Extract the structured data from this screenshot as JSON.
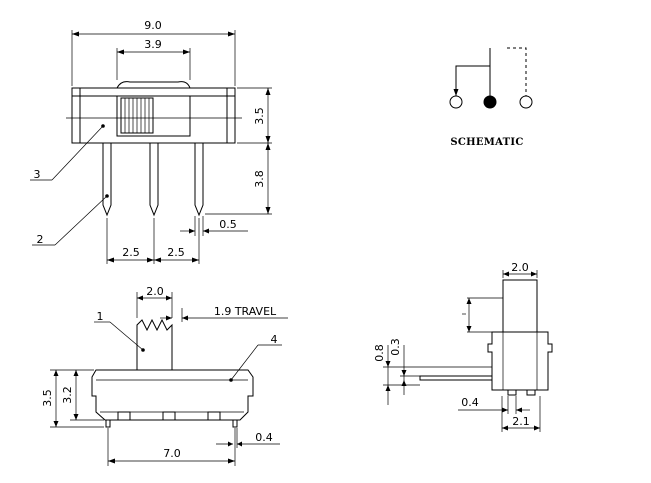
{
  "top_view": {
    "overall_width": "9.0",
    "actuator_width": "3.9",
    "body_height": "3.5",
    "pin_length": "3.8",
    "pin_width": "0.5",
    "pin_pitch_left": "2.5",
    "pin_pitch_right": "2.5",
    "callout_body": "3",
    "callout_pin": "2"
  },
  "schematic": {
    "title": "SCHEMATIC"
  },
  "side_view": {
    "actuator_width": "2.0",
    "gap_a": "0.8",
    "gap_b": "0.3",
    "pin_thickness": "0.4",
    "base_width": "2.1"
  },
  "front_view": {
    "actuator_width": "2.0",
    "travel": "1.9 TRAVEL",
    "callout_actuator": "1",
    "callout_housing": "4",
    "height_outer": "3.5",
    "height_inner": "3.2",
    "pin_span": "7.0",
    "pin_width": "0.4"
  }
}
